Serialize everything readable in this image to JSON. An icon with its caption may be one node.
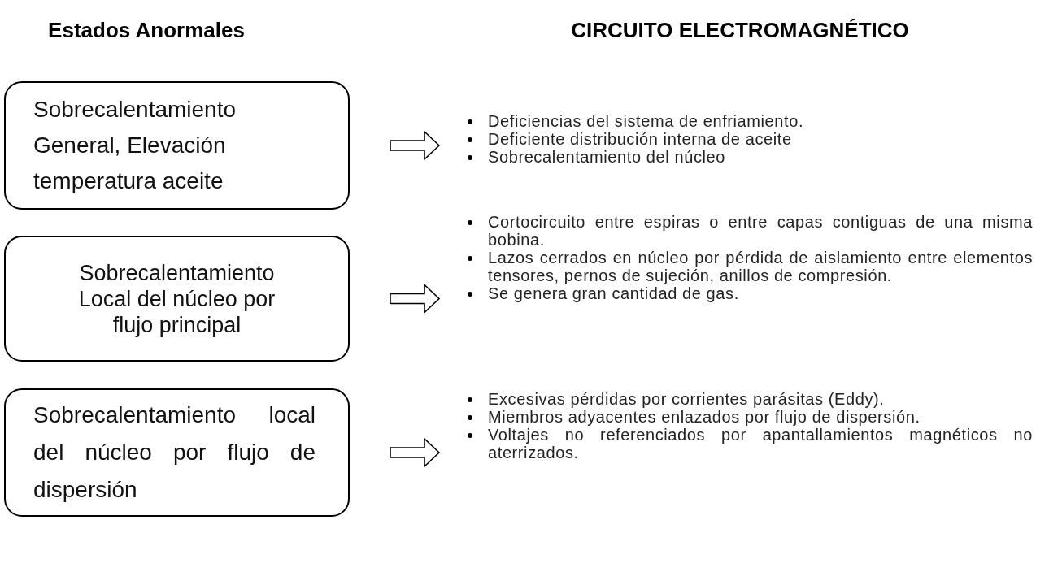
{
  "diagram": {
    "nodes": [
      {
        "text": [
          "Sobrecalentamiento General, Elevación temperatura aceite"
        ]
      },
      {
        "text": [
          "Deficiencias del sistema de enfriamiento.",
          "Deficiente distribución interna de aceite",
          "Sobrecalentamiento del núcleo"
        ]
      },
      {
        "text": [
          "Sobrecalentamiento Local del  núcleo por flujo principal"
        ]
      },
      {
        "text": [
          "Cortocircuito entre espiras o entre capas contiguas de una misma bobina.",
          "Lazos cerrados en núcleo por pérdida de aislamiento entre elementos tensores, pernos de sujeción, anillos de compresión.",
          "Se genera gran cantidad de gas."
        ]
      },
      {
        "text": [
          "Sobrecalentamiento local del núcleo por flujo de dispersión"
        ]
      },
      {
        "text": [
          "Excesivas pérdidas por corrientes parásitas (Eddy).",
          "Miembros adyacentes enlazados por flujo de dispersión.",
          "Voltajes no referenciados por apantallamientos magnéticos no aterrizados."
        ]
      }
    ],
    "edges": [
      {
        "from": 0,
        "to": 1,
        "arrow": "to"
      },
      {
        "from": 2,
        "to": 3,
        "arrow": "to"
      },
      {
        "from": 4,
        "to": 5,
        "arrow": "to"
      }
    ],
    "labels": [
      "Estados Anormales",
      "CIRCUITO ELECTROMAGNÉTICO"
    ]
  }
}
